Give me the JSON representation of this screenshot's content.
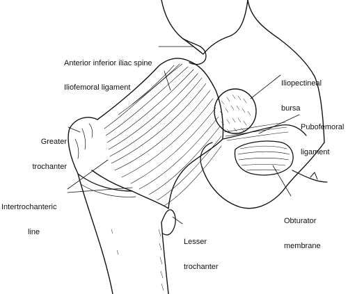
{
  "labels": {
    "aiis": "Anterior inferior iliac spine",
    "iliofemoral": "Iliofemoral ligament",
    "iliopectineal": [
      "Iliopectineal",
      "bursa"
    ],
    "pubofemoral": [
      "Pubofemoral",
      "ligament"
    ],
    "greater_trochanter": [
      "Greater",
      "trochanter"
    ],
    "intertrochanteric": [
      "Intertrochanteric",
      "line"
    ],
    "lesser_trochanter": [
      "Lesser",
      "trochanter"
    ],
    "obturator": [
      "Obturator",
      "membrane"
    ]
  },
  "colors": {
    "ink": "#111111",
    "paper": "#ffffff"
  }
}
